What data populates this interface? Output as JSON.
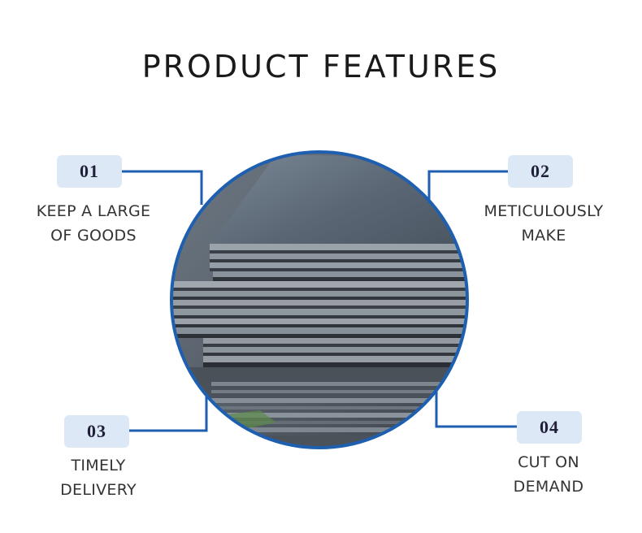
{
  "title": "PRODUCT FEATURES",
  "colors": {
    "accent": "#1f5fb0",
    "badge_bg": "#dde8f6",
    "text": "#333333"
  },
  "image": {
    "subject": "stacked-steel-plates"
  },
  "features": [
    {
      "number": "01",
      "line1": "KEEP A LARGE",
      "line2": "OF GOODS"
    },
    {
      "number": "02",
      "line1": "METICULOUSLY",
      "line2": "MAKE"
    },
    {
      "number": "03",
      "line1": "TIMELY",
      "line2": "DELIVERY"
    },
    {
      "number": "04",
      "line1": "CUT ON",
      "line2": "DEMAND"
    }
  ]
}
